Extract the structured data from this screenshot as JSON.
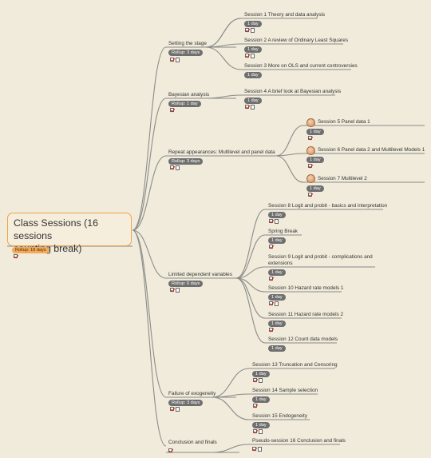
{
  "root": {
    "title_line1": "Class Sessions (16 sessions",
    "title_line2": "counting break)",
    "rollup": "Rollup: 18 days"
  },
  "topics": [
    {
      "label": "Setting the stage",
      "rollup": "Rollup: 3 days",
      "sessions": [
        {
          "label": "Session 1 Theory and data analysis",
          "duration": "1 day"
        },
        {
          "label": "Session 2 A review of Ordinary Least Squares",
          "duration": "1 day"
        },
        {
          "label": "Session 3 More on OLS and current controversies",
          "duration": "1 day"
        }
      ]
    },
    {
      "label": "Bayesian analysis",
      "rollup": "Rollup: 1 day",
      "sessions": [
        {
          "label": "Session 4 A brief look at Bayesian analysis",
          "duration": "1 day"
        }
      ]
    },
    {
      "label": "Repeat appearances: Multilevel and panel data",
      "rollup": "Rollup: 3 days",
      "sessions": [
        {
          "label": "Session 5 Panel data 1",
          "duration": "1 day"
        },
        {
          "label": "Session 6 Panel data 2 and Multilevel Models 1",
          "duration": "1 day"
        },
        {
          "label": "Session 7 Multilevel 2",
          "duration": "1 day"
        }
      ]
    },
    {
      "label": "Limited dependent variables",
      "rollup": "Rollup: 6 days",
      "sessions": [
        {
          "label": "Session 8 Logit and probit - basics and interpretation",
          "duration": "1 day"
        },
        {
          "label": "Spring Break",
          "duration": "1 day"
        },
        {
          "label": "Session 9 Logit and probit - complications and",
          "label2": "extensions",
          "duration": "1 day"
        },
        {
          "label": "Session 10 Hazard rate models 1",
          "duration": "1 day"
        },
        {
          "label": "Session 11 Hazard rate models 2",
          "duration": "1 day"
        },
        {
          "label": "Session 12 Count data models",
          "duration": "1 day"
        }
      ]
    },
    {
      "label": "Failure of exogeneity",
      "rollup": "Rollup: 3 days",
      "sessions": [
        {
          "label": "Session 13 Truncation and Censoring",
          "duration": "1 day"
        },
        {
          "label": "Session 14 Sample selection",
          "duration": "1 day"
        },
        {
          "label": "Session 15 Endogeneity",
          "duration": "1 day"
        }
      ]
    },
    {
      "label": "Conclusion and finals",
      "sessions": [
        {
          "label": "Pseudo-session 16 Conclusion and finals"
        }
      ]
    }
  ],
  "colors": {
    "line": "#8a8a8a",
    "pill": "#6f6f6f",
    "root_border": "#f2a24e",
    "rollup_root": "#f2a95a",
    "background": "#f0ebda"
  },
  "icons": {
    "task": "checkbox-icon",
    "note": "document-icon",
    "priority": "hand-icon"
  }
}
